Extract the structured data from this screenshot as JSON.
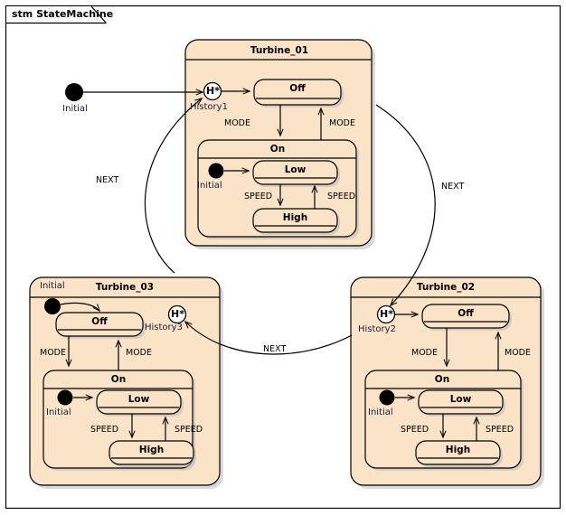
{
  "frame": {
    "title": "stm StateMachine",
    "border_color": "#000000",
    "background": "#ffffff"
  },
  "colors": {
    "state_fill": "#fbe3c7",
    "state_border": "#000000",
    "shadow": "#b9b9b9",
    "line": "#000000",
    "text": "#000000",
    "pseudo_label_text": "#1a1a3a"
  },
  "composites": [
    {
      "id": "turbine1",
      "name": "Turbine_01",
      "history": {
        "name": "History1",
        "glyph": "H*"
      },
      "initial": {
        "name": "Initial"
      },
      "states": [
        {
          "id": "off1",
          "name": "Off"
        },
        {
          "id": "on1",
          "name": "On"
        },
        {
          "id": "low1",
          "name": "Low"
        },
        {
          "id": "high1",
          "name": "High"
        }
      ],
      "transitions": [
        {
          "label": "MODE",
          "from": "Off",
          "to": "On"
        },
        {
          "label": "MODE",
          "from": "On",
          "to": "Off"
        },
        {
          "label": "SPEED",
          "from": "Low",
          "to": "High"
        },
        {
          "label": "SPEED",
          "from": "High",
          "to": "Low"
        }
      ]
    },
    {
      "id": "turbine3",
      "name": "Turbine_03",
      "history": {
        "name": "History3",
        "glyph": "H*"
      },
      "initial": {
        "name": "Initial"
      },
      "states": [
        {
          "id": "off3",
          "name": "Off"
        },
        {
          "id": "on3",
          "name": "On"
        },
        {
          "id": "low3",
          "name": "Low"
        },
        {
          "id": "high3",
          "name": "High"
        }
      ],
      "transitions": [
        {
          "label": "MODE",
          "from": "Off",
          "to": "On"
        },
        {
          "label": "MODE",
          "from": "On",
          "to": "Off"
        },
        {
          "label": "SPEED",
          "from": "Low",
          "to": "High"
        },
        {
          "label": "SPEED",
          "from": "High",
          "to": "Low"
        }
      ]
    },
    {
      "id": "turbine2",
      "name": "Turbine_02",
      "history": {
        "name": "History2",
        "glyph": "H*"
      },
      "initial": {
        "name": "Initial"
      },
      "states": [
        {
          "id": "off2",
          "name": "Off"
        },
        {
          "id": "on2",
          "name": "On"
        },
        {
          "id": "low2",
          "name": "Low"
        },
        {
          "id": "high2",
          "name": "High"
        }
      ],
      "transitions": [
        {
          "label": "MODE",
          "from": "Off",
          "to": "On"
        },
        {
          "label": "MODE",
          "from": "On",
          "to": "Off"
        },
        {
          "label": "SPEED",
          "from": "Low",
          "to": "High"
        },
        {
          "label": "SPEED",
          "from": "High",
          "to": "Low"
        }
      ]
    }
  ],
  "top_initial": {
    "name": "Initial"
  },
  "global_transitions": [
    {
      "id": "next-left",
      "label": "NEXT",
      "from": "Turbine_03",
      "to": "History1"
    },
    {
      "id": "next-right",
      "label": "NEXT",
      "from": "Turbine_01",
      "to": "History2"
    },
    {
      "id": "next-bottom",
      "label": "NEXT",
      "from": "Turbine_02",
      "to": "History3"
    }
  ],
  "inner_initial_labels": {
    "turbine1_inner": "Initial",
    "turbine3_inner": "Initial",
    "turbine2_inner": "Initial"
  }
}
